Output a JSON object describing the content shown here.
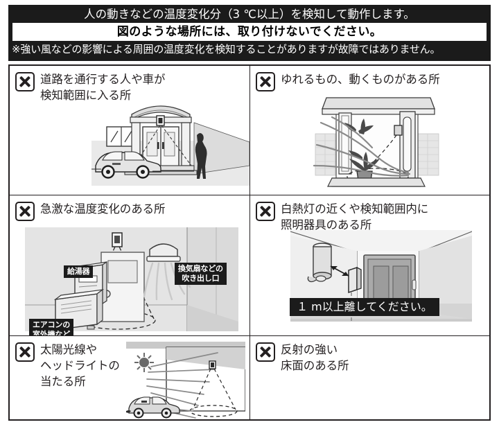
{
  "header": {
    "line1": "人の動きなどの温度変化分（3 ℃以上）を検知して動作します。",
    "emphasis": "図のような場所には、取り付けないでください。",
    "note": "※強い風などの影響による周囲の温度変化を検知することがありますが故障ではありません。"
  },
  "badge": {
    "symbol": "x-mark",
    "meaning": "prohibited"
  },
  "cells": [
    {
      "id": "road-traffic",
      "title": "道路を通行する人や車が\n検知範囲に入る所",
      "illustration": "entrance-with-car-and-person"
    },
    {
      "id": "swaying-objects",
      "title": "ゆれるもの、動くものがある所",
      "illustration": "swaying-plant-near-window"
    },
    {
      "id": "rapid-temperature-change",
      "title": "急激な温度変化のある所",
      "illustration": "water-heater-and-aircon-outdoor-unit",
      "labels": [
        {
          "id": "water-heater",
          "text": "給湯器"
        },
        {
          "id": "ventilation-outlet",
          "text": "換気扇などの\n吹き出し口"
        },
        {
          "id": "aircon-outdoor-unit",
          "text": "エアコンの\n室外機など"
        }
      ]
    },
    {
      "id": "incandescent-lighting",
      "title": "白熱灯の近くや検知範囲内に\n照明器具のある所",
      "illustration": "wall-lamp-near-sensor",
      "banner": "１ m以上離してください。"
    },
    {
      "id": "sunlight-headlights",
      "title": "太陽光線や\nヘッドライトの\n当たる所",
      "illustration": "sun-and-car-headlights"
    },
    {
      "id": "reflective-floor",
      "title": "反射の強い\n床面のある所",
      "illustration": "none"
    }
  ],
  "colors": {
    "ink": "#231f20",
    "banner_bg": "#1b1b1b",
    "banner_fg": "#ffffff",
    "scene_bg": "#e3e3e3",
    "page_bg": "#ffffff"
  }
}
